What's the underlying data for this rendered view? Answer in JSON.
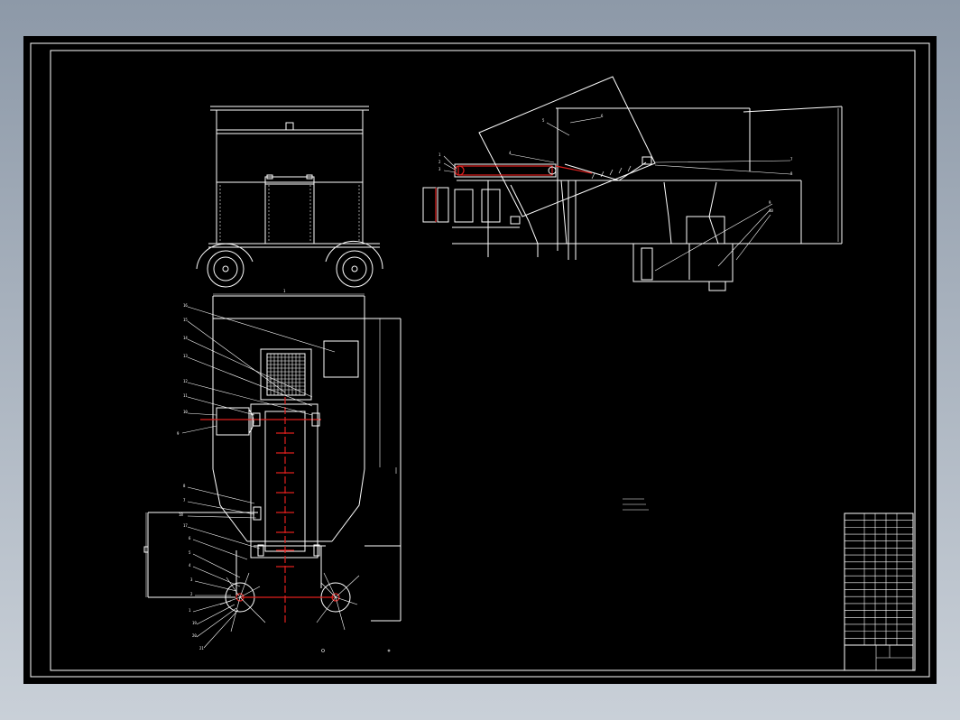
{
  "viewer": {
    "background_top": "#8d99a8",
    "background_bottom": "#c9d0d8",
    "sheet_color": "#000000"
  },
  "drawing": {
    "line_color": "#ffffff",
    "highlight_color": "#e0201e",
    "views": [
      "front-elevation",
      "side-elevation",
      "plan-view"
    ],
    "technical_notes": [
      "",
      "",
      ""
    ],
    "title_block": {
      "drawing_number": "",
      "parts_rows": 19
    }
  }
}
